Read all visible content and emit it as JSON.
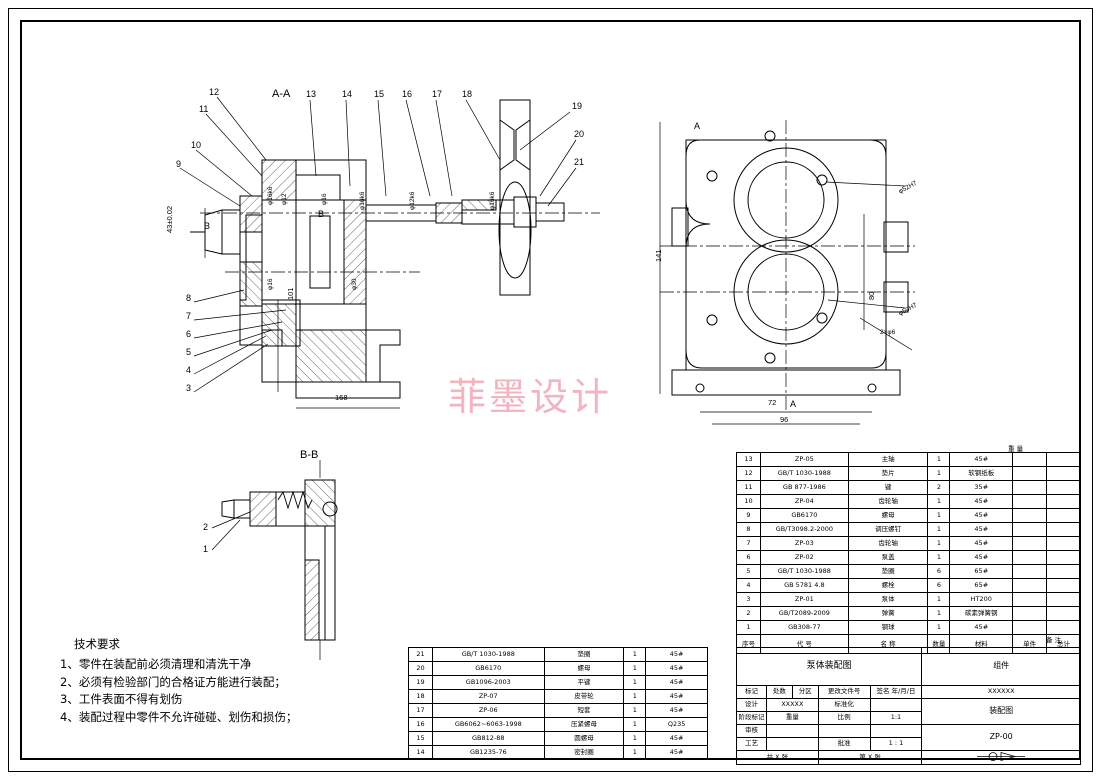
{
  "sheet": {
    "watermark": "菲墨设计",
    "title_section_a": "A-A",
    "title_section_b": "B-B",
    "section_marks": {
      "b_left": "B",
      "b_right": "B",
      "a_top": "A",
      "a_bottom": "A"
    }
  },
  "tech_notes": {
    "title": "技术要求",
    "items": [
      "1、零件在装配前必须清理和清洗干净",
      "2、必须有检验部门的合格证方能进行装配；",
      "3、工件表面不得有划伤",
      "4、装配过程中零件不允许碰碰、划伤和损伤；"
    ]
  },
  "left_view": {
    "balloons": [
      "12",
      "11",
      "10",
      "9",
      "8",
      "7",
      "6",
      "5",
      "4",
      "3",
      "13",
      "14",
      "15",
      "16",
      "17",
      "18",
      "19",
      "20",
      "21"
    ],
    "dims": [
      {
        "text": "43±0.02"
      },
      {
        "text": "101"
      },
      {
        "text": "168"
      },
      {
        "text": "φ16k6"
      },
      {
        "text": "φ12"
      },
      {
        "text": "φ16"
      },
      {
        "text": "φ16k6"
      },
      {
        "text": "φ12k6"
      },
      {
        "text": "φ16k6"
      },
      {
        "text": "φ16"
      },
      {
        "text": "φ30"
      }
    ]
  },
  "right_view": {
    "dims": [
      {
        "text": "141"
      },
      {
        "text": "80"
      },
      {
        "text": "96"
      },
      {
        "text": "72"
      },
      {
        "text": "φ52H7"
      },
      {
        "text": "φ50H7"
      },
      {
        "text": "2×φ6"
      }
    ]
  },
  "bom_upper": {
    "columns": [
      "序号",
      "代    号",
      "名        称",
      "数量",
      "材料",
      "单件",
      "总计",
      "备    注"
    ],
    "header_qty_label": "数量",
    "header_mat_label": "材料",
    "header_mass_group": "重   量",
    "rows": [
      {
        "no": "13",
        "code": "ZP-05",
        "name": "主轴",
        "qty": "1",
        "mat": "45#",
        "note": ""
      },
      {
        "no": "12",
        "code": "GB/T 1030-1988",
        "name": "垫片",
        "qty": "1",
        "mat": "软钢纸板",
        "note": ""
      },
      {
        "no": "11",
        "code": "GB 877-1986",
        "name": "键",
        "qty": "2",
        "mat": "35#",
        "note": ""
      },
      {
        "no": "10",
        "code": "ZP-04",
        "name": "齿轮轴",
        "qty": "1",
        "mat": "45#",
        "note": ""
      },
      {
        "no": "9",
        "code": "GB6170",
        "name": "螺母",
        "qty": "1",
        "mat": "45#",
        "note": ""
      },
      {
        "no": "8",
        "code": "GB/T3098.2-2000",
        "name": "调压螺钉",
        "qty": "1",
        "mat": "45#",
        "note": ""
      },
      {
        "no": "7",
        "code": "ZP-03",
        "name": "齿轮轴",
        "qty": "1",
        "mat": "45#",
        "note": ""
      },
      {
        "no": "6",
        "code": "ZP-02",
        "name": "泵盖",
        "qty": "1",
        "mat": "45#",
        "note": ""
      },
      {
        "no": "5",
        "code": "GB/T 1030-1988",
        "name": "垫圈",
        "qty": "6",
        "mat": "65#",
        "note": ""
      },
      {
        "no": "4",
        "code": "GB 5781 4.8",
        "name": "螺栓",
        "qty": "6",
        "mat": "65#",
        "note": ""
      },
      {
        "no": "3",
        "code": "ZP-01",
        "name": "泵体",
        "qty": "1",
        "mat": "HT200",
        "note": ""
      },
      {
        "no": "2",
        "code": "GB/T2089-2009",
        "name": "弹簧",
        "qty": "1",
        "mat": "碳素弹簧钢",
        "note": ""
      },
      {
        "no": "1",
        "code": "GB308-77",
        "name": "钢球",
        "qty": "1",
        "mat": "45#",
        "note": ""
      }
    ]
  },
  "bom_lower": {
    "rows": [
      {
        "no": "21",
        "code": "GB/T 1030-1988",
        "name": "垫圈",
        "qty": "1",
        "mat": "45#"
      },
      {
        "no": "20",
        "code": "GB6170",
        "name": "螺母",
        "qty": "1",
        "mat": "45#"
      },
      {
        "no": "19",
        "code": "GB1096-2003",
        "name": "平键",
        "qty": "1",
        "mat": "45#"
      },
      {
        "no": "18",
        "code": "ZP-07",
        "name": "皮带轮",
        "qty": "1",
        "mat": "45#"
      },
      {
        "no": "17",
        "code": "ZP-06",
        "name": "短套",
        "qty": "1",
        "mat": "45#"
      },
      {
        "no": "16",
        "code": "GB6062~6063-1998",
        "name": "压紧螺母",
        "qty": "1",
        "mat": "Q235"
      },
      {
        "no": "15",
        "code": "GB812-88",
        "name": "圆螺母",
        "qty": "1",
        "mat": "45#"
      },
      {
        "no": "14",
        "code": "GB1235-76",
        "name": "密封圈",
        "qty": "1",
        "mat": "45#"
      }
    ]
  },
  "title_block": {
    "drawing_name": "泵体装配图",
    "part_group_label": "组件",
    "doc_number": "ZP-00",
    "drawing_type_label": "装配图",
    "scale_label": "比例",
    "scale_value": "1:1",
    "mass_label": "重量",
    "stage_label": "阶段标记",
    "marks_label": "标记",
    "sheets_label": "处数",
    "divide_label": "分区",
    "change_doc_label": "更改文件号",
    "sign_date_label": "签名 年/月/日",
    "design_label": "设计",
    "design_value": "XXXXX",
    "standardize_label": "标准化",
    "review_label": "审核",
    "craft_label": "工艺",
    "approve_label": "批准",
    "sheet_count_label": "共 X 张",
    "sheet_index_label": "第 X 张",
    "org_code": "XXXXXX",
    "ratio_extra": "1 : 1",
    "qty_label": "数量",
    "weight_header": "重  量",
    "single_label": "单件",
    "total_label": "总计"
  }
}
